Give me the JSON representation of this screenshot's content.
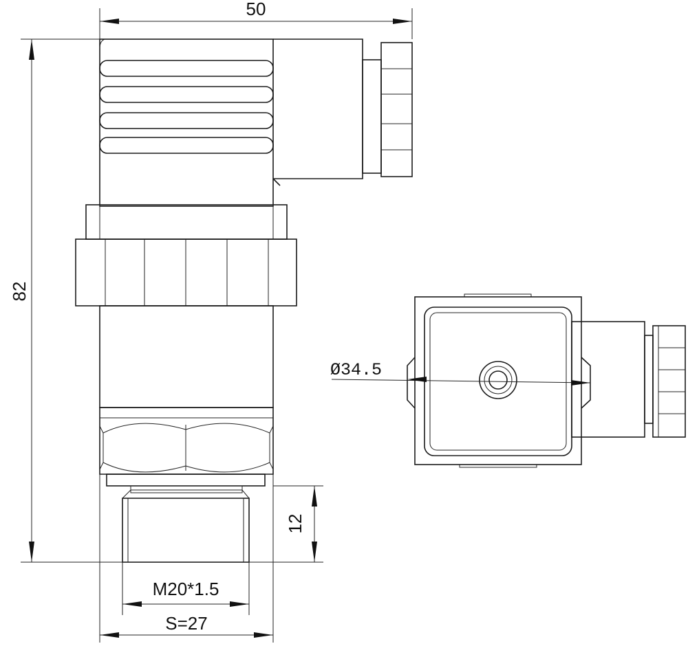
{
  "dimensions": {
    "width": "50",
    "height": "82",
    "thread_length": "12",
    "thread": "M20*1.5",
    "wrench_size": "S=27",
    "diameter": "Ø34.5"
  },
  "colors": {
    "line": "#1a1a1a",
    "background": "#ffffff"
  }
}
